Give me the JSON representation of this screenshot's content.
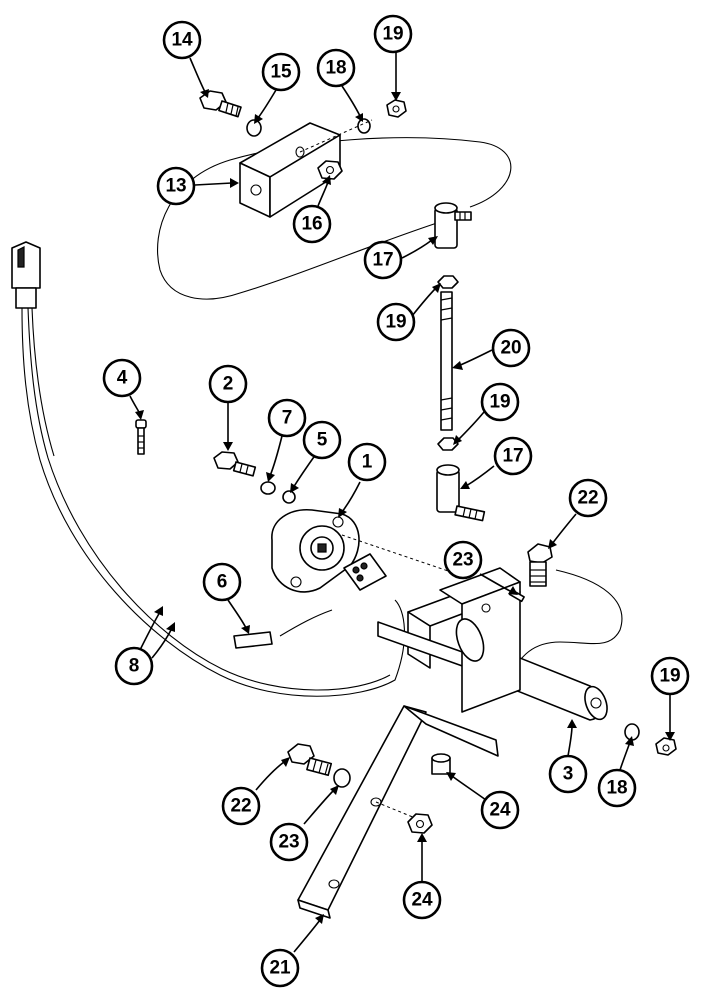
{
  "diagram": {
    "callouts": [
      {
        "id": "c14a",
        "label": "14"
      },
      {
        "id": "c15",
        "label": "15"
      },
      {
        "id": "c18a",
        "label": "18"
      },
      {
        "id": "c19a",
        "label": "19"
      },
      {
        "id": "c13",
        "label": "13"
      },
      {
        "id": "c16",
        "label": "16"
      },
      {
        "id": "c17a",
        "label": "17"
      },
      {
        "id": "c19b",
        "label": "19"
      },
      {
        "id": "c20",
        "label": "20"
      },
      {
        "id": "c4",
        "label": "4"
      },
      {
        "id": "c2",
        "label": "2"
      },
      {
        "id": "c7",
        "label": "7"
      },
      {
        "id": "c5",
        "label": "5"
      },
      {
        "id": "c1",
        "label": "1"
      },
      {
        "id": "c19c",
        "label": "19"
      },
      {
        "id": "c17b",
        "label": "17"
      },
      {
        "id": "c22a",
        "label": "22"
      },
      {
        "id": "c23a",
        "label": "23"
      },
      {
        "id": "c6",
        "label": "6"
      },
      {
        "id": "c8",
        "label": "8"
      },
      {
        "id": "c19d",
        "label": "19"
      },
      {
        "id": "c3",
        "label": "3"
      },
      {
        "id": "c18b",
        "label": "18"
      },
      {
        "id": "c22b",
        "label": "22"
      },
      {
        "id": "c23b",
        "label": "23"
      },
      {
        "id": "c24a",
        "label": "24"
      },
      {
        "id": "c24b",
        "label": "24"
      },
      {
        "id": "c21",
        "label": "21"
      }
    ]
  }
}
